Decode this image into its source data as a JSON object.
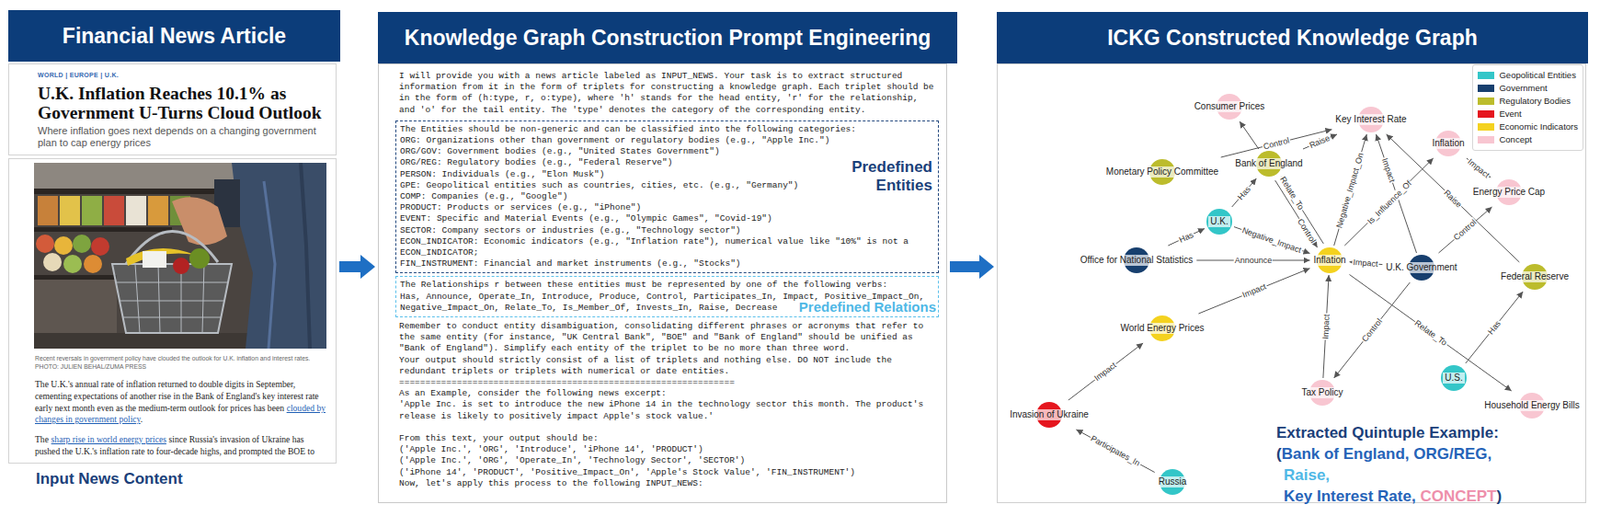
{
  "diagram": {
    "nodes": [
      {
        "text": [
          "Financial News Article"
        ]
      },
      {
        "text": [
          "WORLD | EUROPE | U.K.",
          "U.K. Inflation Reaches 10.1% as Government U-Turns Cloud Outlook",
          "Where inflation goes next depends on a changing government plan to cap energy prices"
        ]
      },
      {
        "text": [
          "Recent reversals in government policy have clouded the outlook for U.K. inflation and interest rates.",
          "PHOTO: JULIEN BEHAL/ZUMA PRESS",
          "The U.K.'s annual rate of inflation returned to double digits in September, cementing expectations of another rise in the Bank of England's key interest rate early next month even as the medium-term outlook for prices has been",
          "clouded by changes in government policy",
          ".",
          "The",
          "sharp rise in world energy prices",
          "since Russia's invasion of Ukraine has pushed the U.K.'s inflation rate to four-decade highs, and prompted the BOE to"
        ]
      },
      {
        "text": [
          "Knowledge Graph Construction Prompt Engineering"
        ]
      },
      {
        "text": [
          "I will provide you with a news article labeled as INPUT_NEWS. Your task is to extract structured information from it in the form of triplets for constructing a knowledge graph. Each triplet should be in the form of (h:type, r, o:type), where 'h' stands for the head entity, 'r' for the relationship, and 'o' for the tail entity. The 'type' denotes the category of the corresponding entity.",
          "Remember to conduct entity disambiguation, consolidating different phrases or acronyms that refer to the same entity (for instance, \"UK Central Bank\", \"BOE\" and \"Bank of England\" should be unified as \"Bank of England\"). Simplify each entity of the triplet to be no more than three word.",
          "Your output should strictly consist of a list of triplets and nothing else. DO NOT include the redundant triplets or triplets with numerical or date entities.",
          "================================================================",
          "As an Example, consider the following news excerpt:",
          "'Apple Inc. is set to introduce the new iPhone 14 in the technology sector this month. The product's release is likely to positively impact Apple's stock value.'",
          "From this text, your output should be:",
          "('Apple Inc.', 'ORG', 'Introduce', 'iPhone 14', 'PRODUCT')",
          "('Apple Inc.', 'ORG', 'Operate_In', 'Technology Sector', 'SECTOR')",
          "('iPhone 14', 'PRODUCT', 'Positive_Impact_On', 'Apple's Stock Value', 'FIN_INSTRUMENT')",
          "Now, let's apply this process to the following INPUT_NEWS:"
        ]
      },
      {
        "text": [
          "The Entities should be non-generic and can be classified into the following categories:",
          "ORG: Organizations other than government or regulatory bodies (e.g., \"Apple Inc.\")",
          "ORG/GOV: Government bodies (e.g., \"United States Government\")",
          "ORG/REG: Regulatory bodies (e.g., \"Federal Reserve\")",
          "PERSON: Individuals (e.g., \"Elon Musk\")",
          "GPE: Geopolitical entities such as countries, cities, etc. (e.g., \"Germany\")",
          "COMP: Companies (e.g., \"Google\")",
          "PRODUCT: Products or services (e.g., \"iPhone\")",
          "EVENT: Specific and Material Events (e.g., \"Olympic Games\", \"Covid-19\")",
          "SECTOR: Company sectors or industries (e.g., \"Technology sector\")",
          "ECON_INDICATOR: Economic indicators (e.g., \"Inflation rate\"), numerical value like \"10%\" is not a ECON_INDICATOR;",
          "FIN_INSTRUMENT: Financial and market instruments (e.g., \"Stocks\")",
          "Predefined Entities"
        ],
        "in": 4
      },
      {
        "text": [
          "The Relationships r between these entities must be represented by one of the following verbs:",
          "Has, Announce, Operate_In, Introduce, Produce, Control, Participates_In, Impact, Positive_Impact_On, Negative_Impact_On, Relate_To, Is_Member_Of, Invests_In, Raise, Decrease",
          "Predefined Relations"
        ],
        "in": 4
      },
      {
        "text": [
          "ICKG Constructed Knowledge Graph"
        ]
      },
      {
        "text": [
          "Extracted Quintuple Example:",
          "(",
          "Bank of England, ORG/REG,",
          "Raise,",
          "Key Interest Rate,",
          "CONCEPT",
          ")"
        ]
      },
      {
        "text": [
          "Consumer Prices"
        ],
        "in": 8
      },
      {
        "text": [
          "Key Interest Rate"
        ],
        "in": 8
      },
      {
        "text": [
          "Inflation"
        ],
        "in": 8
      },
      {
        "text": [
          "Monetary Policy Committee"
        ],
        "in": 8
      },
      {
        "text": [
          "Bank of England"
        ],
        "in": 8
      },
      {
        "text": [
          "Energy Price Cap"
        ],
        "in": 8
      },
      {
        "text": [
          "U.K."
        ],
        "in": 8
      },
      {
        "text": [
          "Federal Reserve"
        ],
        "in": 8
      },
      {
        "text": [
          "Office for National Statistics"
        ],
        "in": 8
      },
      {
        "text": [
          "Inflation"
        ],
        "in": 8
      },
      {
        "text": [
          "U.K. Government"
        ],
        "in": 8
      },
      {
        "text": [
          "World Energy Prices"
        ],
        "in": 8
      },
      {
        "text": [
          "U.S."
        ],
        "in": 8
      },
      {
        "text": [
          "Tax Policy"
        ],
        "in": 8
      },
      {
        "text": [
          "Invasion of Ukraine"
        ],
        "in": 8
      },
      {
        "text": [
          "Household Energy Bills"
        ],
        "in": 8
      },
      {
        "text": [
          "Russia"
        ],
        "in": 8
      }
    ],
    "edges": [
      {
        "from": 2,
        "to": 4,
        "arrow": "to"
      },
      {
        "from": 4,
        "to": 8,
        "arrow": "to"
      },
      {
        "from": 12,
        "to": 10,
        "label": "Control",
        "arrow": "to"
      },
      {
        "from": 13,
        "to": 10,
        "label": "Raise",
        "arrow": "to"
      },
      {
        "from": 13,
        "to": 9,
        "arrow": "to"
      },
      {
        "from": 15,
        "to": 13,
        "label": "Has",
        "arrow": "to"
      },
      {
        "from": 18,
        "to": 13,
        "label": "Relate_To",
        "arrow": "to"
      },
      {
        "from": 13,
        "to": 18,
        "label": "Control",
        "arrow": "to"
      },
      {
        "from": 18,
        "to": 10,
        "label": "Negative_Impact_On",
        "arrow": "to"
      },
      {
        "from": 19,
        "to": 10,
        "label": "Impact",
        "arrow": "to"
      },
      {
        "from": 18,
        "to": 11,
        "label": "Is_Influence_Of",
        "arrow": "to"
      },
      {
        "from": 11,
        "to": 14,
        "label": "Impact",
        "arrow": "to"
      },
      {
        "from": 16,
        "to": 10,
        "label": "Raise",
        "arrow": "to"
      },
      {
        "from": 19,
        "to": 14,
        "label": "Control",
        "arrow": "to"
      },
      {
        "from": 15,
        "to": 18,
        "label": "Negative_Impact",
        "arrow": "to"
      },
      {
        "from": 17,
        "to": 15,
        "label": "Has",
        "arrow": "to"
      },
      {
        "from": 17,
        "to": 18,
        "label": "Announce",
        "arrow": "to"
      },
      {
        "from": 19,
        "to": 18,
        "label": "Impact",
        "arrow": "to"
      },
      {
        "from": 20,
        "to": 18,
        "label": "Impact",
        "arrow": "to"
      },
      {
        "from": 23,
        "to": 20,
        "label": "Impact",
        "arrow": "to"
      },
      {
        "from": 25,
        "to": 23,
        "label": "Participates_In",
        "arrow": "to"
      },
      {
        "from": 22,
        "to": 18,
        "label": "Impact",
        "arrow": "to"
      },
      {
        "from": 19,
        "to": 22,
        "label": "Control",
        "arrow": "to"
      },
      {
        "from": 18,
        "to": 24,
        "label": "Relate_To",
        "arrow": "to"
      },
      {
        "from": 21,
        "to": 16,
        "label": "Has",
        "arrow": "to"
      }
    ],
    "labels": [
      "Input News Content"
    ],
    "legend": [
      {
        "text": "Geopolitical Entities",
        "color": "#33c6c8"
      },
      {
        "text": "Government",
        "color": "#173f6e"
      },
      {
        "text": "Regulatory Bodies",
        "color": "#bcbc2c"
      },
      {
        "text": "Event",
        "color": "#e5161e"
      },
      {
        "text": "Economic Indicators",
        "color": "#f4d21f"
      },
      {
        "text": "Concept",
        "color": "#f8c6d1"
      }
    ]
  }
}
